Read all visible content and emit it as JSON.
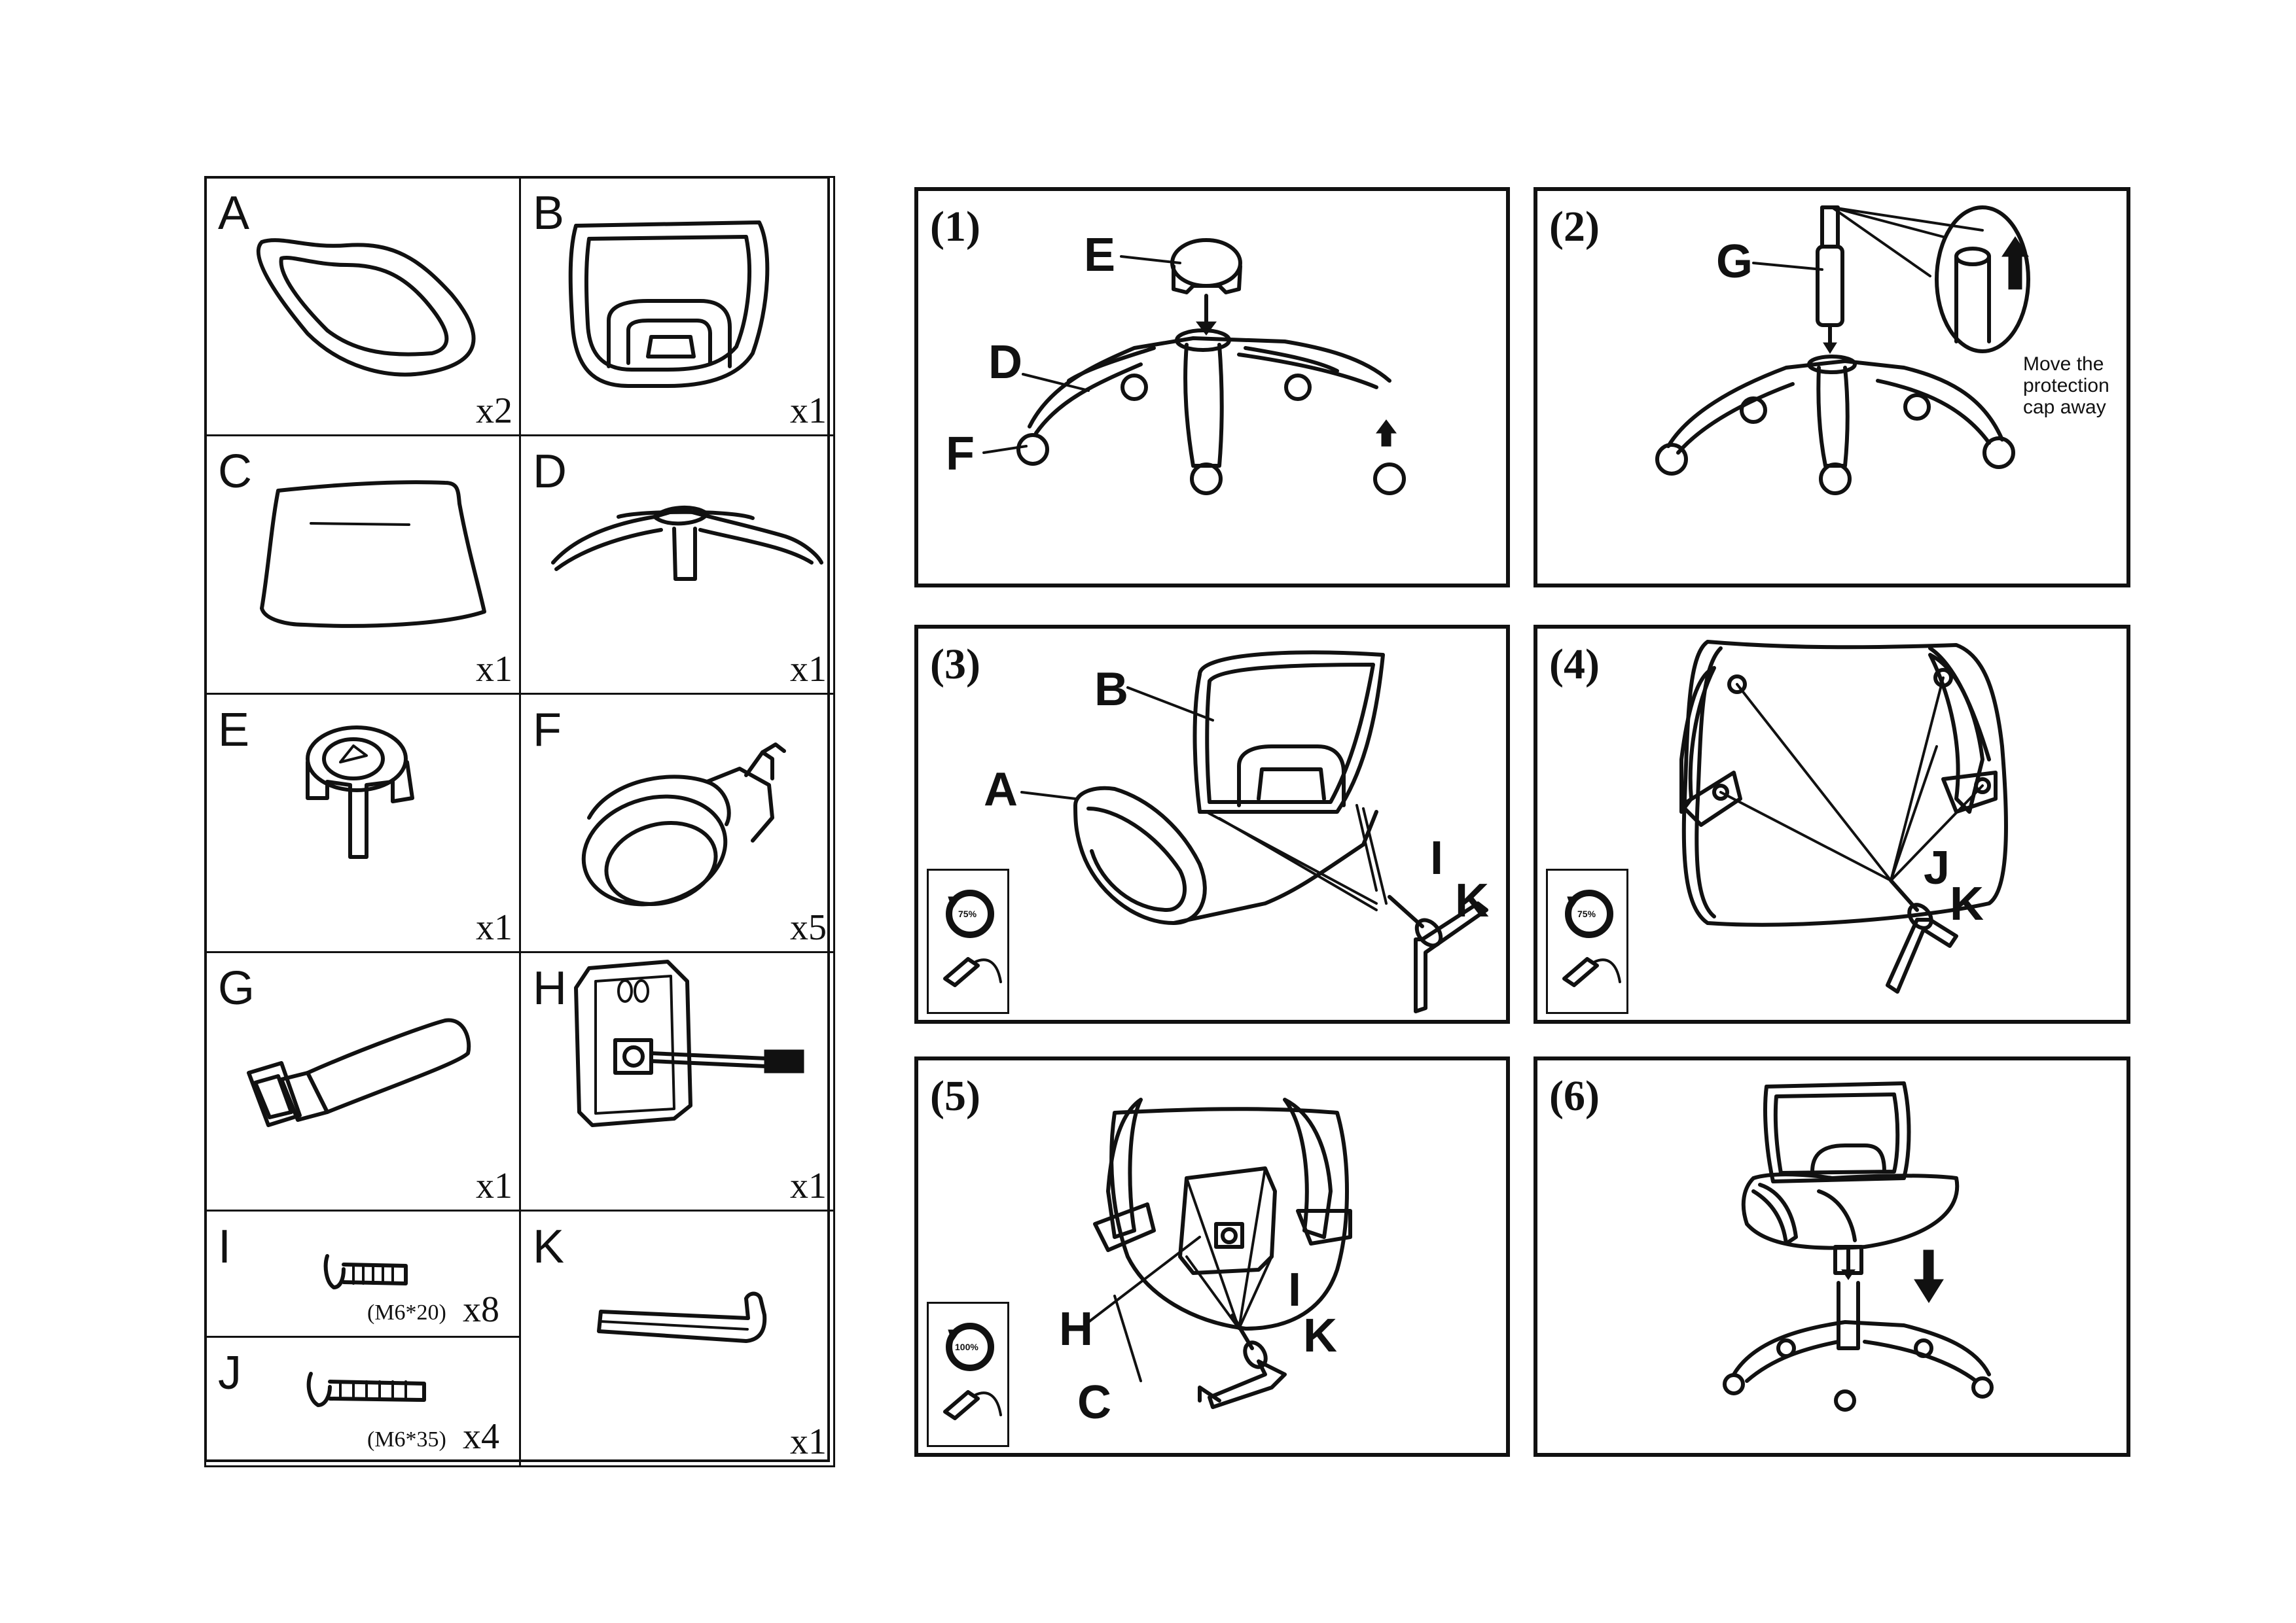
{
  "parts": [
    {
      "letter": "A",
      "qty": "x2"
    },
    {
      "letter": "B",
      "qty": "x1"
    },
    {
      "letter": "C",
      "qty": "x1"
    },
    {
      "letter": "D",
      "qty": "x1"
    },
    {
      "letter": "E",
      "qty": "x1"
    },
    {
      "letter": "F",
      "qty": "x5"
    },
    {
      "letter": "G",
      "qty": "x1"
    },
    {
      "letter": "H",
      "qty": "x1"
    },
    {
      "letter": "I",
      "spec": "(M6*20)",
      "qty": "x8"
    },
    {
      "letter": "J",
      "spec": "(M6*35)",
      "qty": "x4"
    },
    {
      "letter": "K",
      "qty": "x1"
    }
  ],
  "steps": [
    {
      "number": "(1)",
      "labels": [
        "E",
        "D",
        "F"
      ]
    },
    {
      "number": "(2)",
      "labels": [
        "G"
      ],
      "note": [
        "Move the",
        "protection",
        "cap away"
      ]
    },
    {
      "number": "(3)",
      "labels": [
        "B",
        "A",
        "I",
        "K"
      ],
      "tighten": "75%"
    },
    {
      "number": "(4)",
      "labels": [
        "J",
        "K"
      ],
      "tighten": "75%"
    },
    {
      "number": "(5)",
      "labels": [
        "I",
        "K",
        "H",
        "C"
      ],
      "tighten": "100%"
    },
    {
      "number": "(6)",
      "labels": []
    }
  ]
}
